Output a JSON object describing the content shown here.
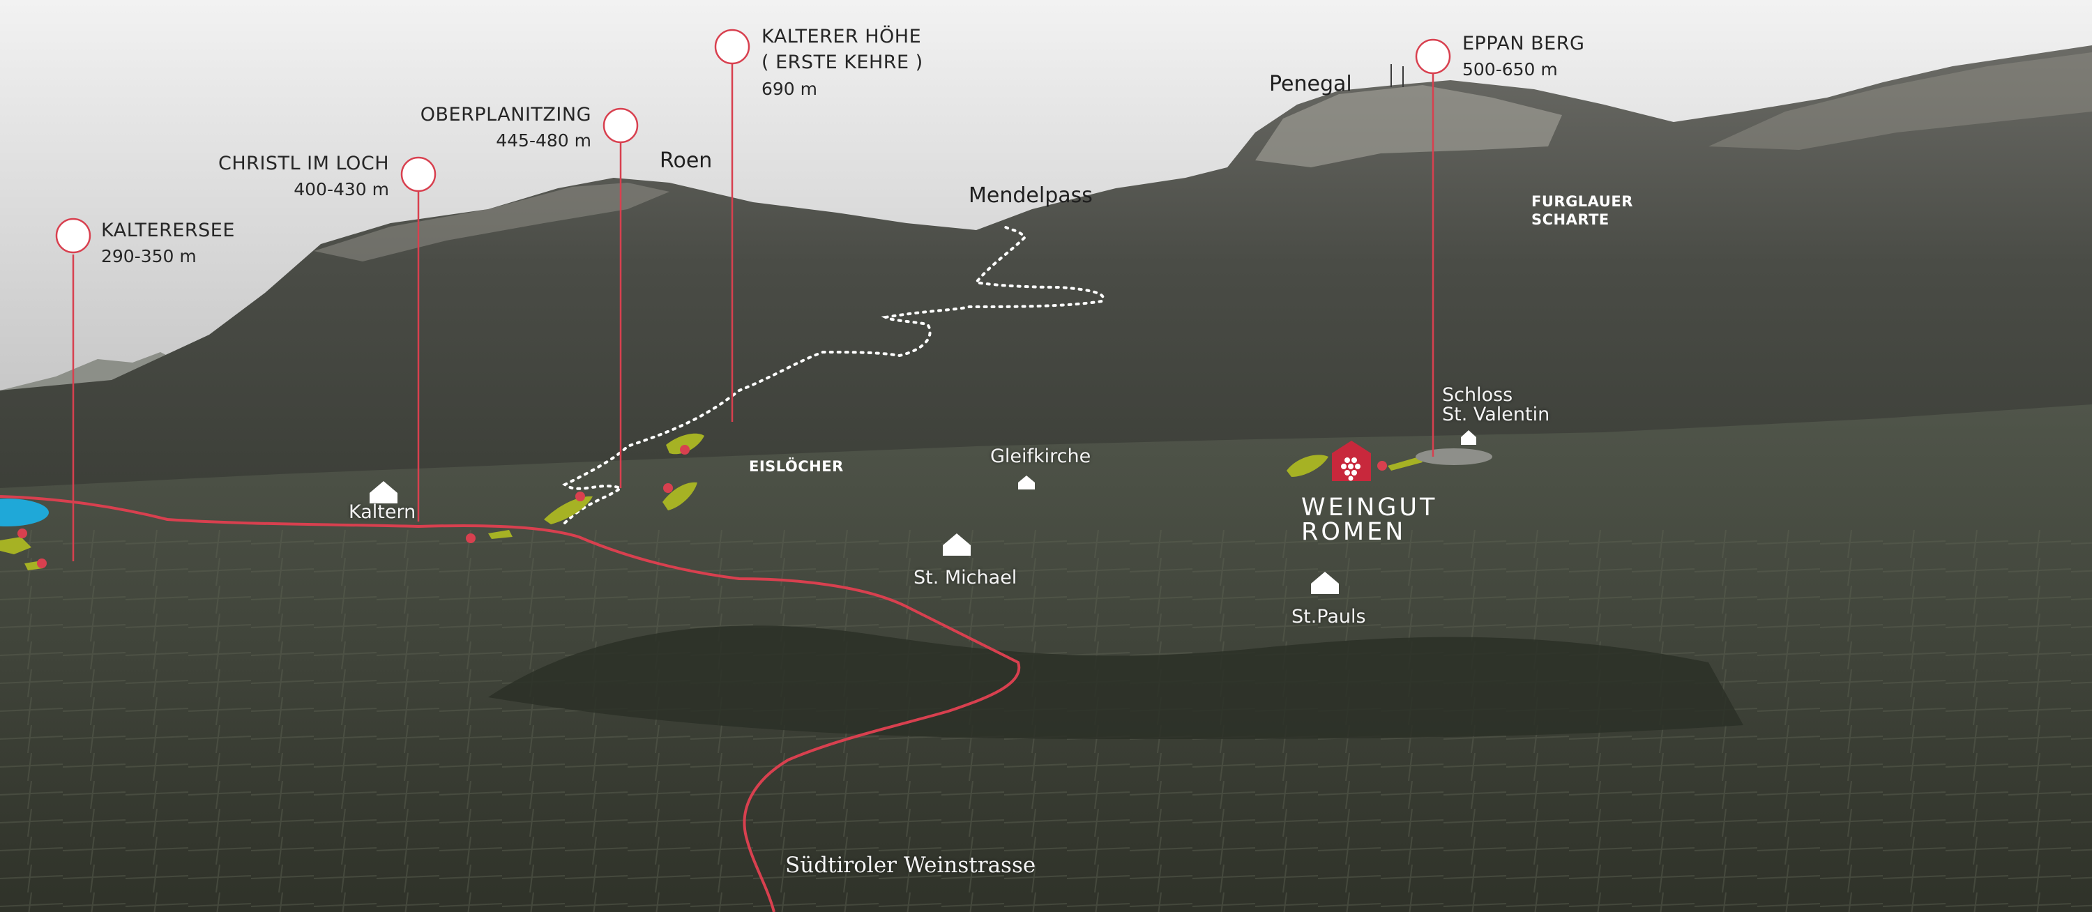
{
  "map": {
    "colors": {
      "sky": "#e6e6e6",
      "mountain": "#4a4c46",
      "valley": "#3f4338",
      "route": "#d8404f",
      "vineyard": "#a6b224",
      "lake": "#1fa8d8",
      "winery": "#c8283c"
    },
    "pins": [
      {
        "name": "KALTERERSEE",
        "elevation": "290-350 m"
      },
      {
        "name": "CHRISTL IM LOCH",
        "elevation": "400-430 m"
      },
      {
        "name": "OBERPLANITZING",
        "elevation": "445-480 m"
      },
      {
        "name": "KALTERER HÖHE",
        "subtitle": "( ERSTE KEHRE )",
        "elevation": "690 m"
      },
      {
        "name": "EPPAN BERG",
        "elevation": "500-650 m"
      }
    ],
    "peaks": {
      "roen": "Roen",
      "mendelpass": "Mendelpass",
      "penegal": "Penegal",
      "furglauer_1": "FURGLAUER",
      "furglauer_2": "SCHARTE"
    },
    "places": {
      "kaltern": "Kaltern",
      "eisloecher": "EISLÖCHER",
      "gleifkirche": "Gleifkirche",
      "st_michael": "St. Michael",
      "schloss_1": "Schloss",
      "schloss_2": "St. Valentin",
      "st_pauls": "St.Pauls"
    },
    "winery": {
      "line1": "WEINGUT",
      "line2": "ROMEN",
      "icon": "grape-icon"
    },
    "road": {
      "label": "Südtiroler Weinstrasse"
    }
  }
}
